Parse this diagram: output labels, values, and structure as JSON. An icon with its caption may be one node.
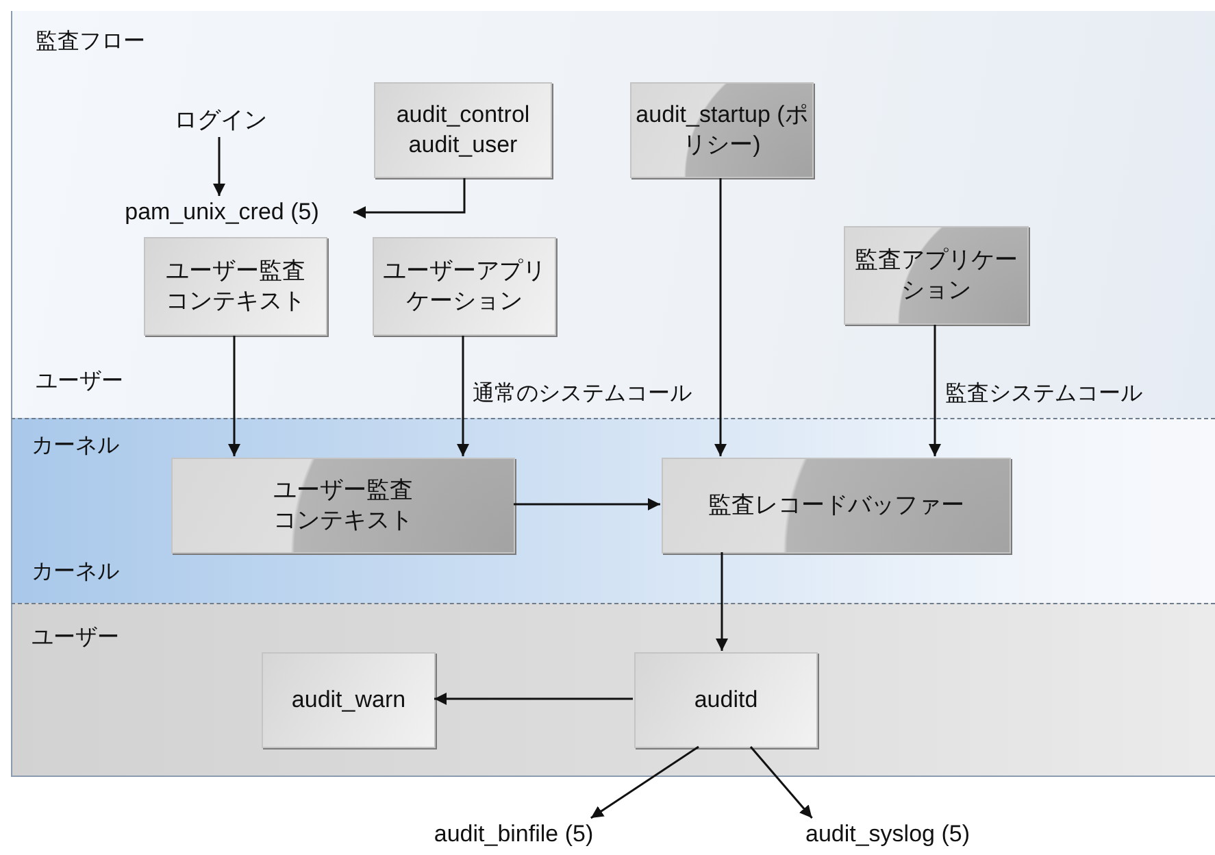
{
  "diagram": {
    "nodes": [
      {
        "text": [
          "監査フロー",
          "ユーザー"
        ]
      },
      {
        "text": [
          "ログイン"
        ],
        "in": 0
      },
      {
        "text": [
          "audit_control",
          "audit_user"
        ],
        "in": 0
      },
      {
        "text": [
          "pam_unix_cred (5)"
        ],
        "in": 0
      },
      {
        "text": [
          "ユーザー監査コンテキスト"
        ],
        "in": 0
      },
      {
        "text": [
          "ユーザーアプリケーション"
        ],
        "in": 0
      },
      {
        "text": [
          "audit_startup (ポリシー)"
        ],
        "in": 0
      },
      {
        "text": [
          "監査アプリケーション"
        ],
        "in": 0
      },
      {
        "text": [
          "カーネル",
          "カーネル"
        ]
      },
      {
        "text": [
          "ユーザー監査コンテキスト"
        ],
        "in": 8
      },
      {
        "text": [
          "監査レコードバッファー"
        ],
        "in": 8
      },
      {
        "text": [
          "ユーザー"
        ]
      },
      {
        "text": [
          "audit_warn"
        ],
        "in": 11
      },
      {
        "text": [
          "auditd"
        ],
        "in": 11
      },
      {
        "text": [
          "audit_binfile (5)"
        ]
      },
      {
        "text": [
          "audit_syslog (5)"
        ]
      }
    ],
    "edges": [
      {
        "from": 1,
        "to": 3,
        "arrow": "to"
      },
      {
        "from": 2,
        "to": 3,
        "arrow": "to"
      },
      {
        "from": 4,
        "to": 9,
        "arrow": "to"
      },
      {
        "from": 5,
        "to": 9,
        "arrow": "to",
        "label": "通常のシステムコール"
      },
      {
        "from": 6,
        "to": 10,
        "arrow": "to"
      },
      {
        "from": 7,
        "to": 10,
        "arrow": "to",
        "label": "監査システムコール"
      },
      {
        "from": 9,
        "to": 10,
        "arrow": "to"
      },
      {
        "from": 10,
        "to": 13,
        "arrow": "to"
      },
      {
        "from": 13,
        "to": 12,
        "arrow": "to"
      },
      {
        "from": 13,
        "to": 14,
        "arrow": "to"
      },
      {
        "from": 13,
        "to": 15,
        "arrow": "to"
      }
    ]
  }
}
